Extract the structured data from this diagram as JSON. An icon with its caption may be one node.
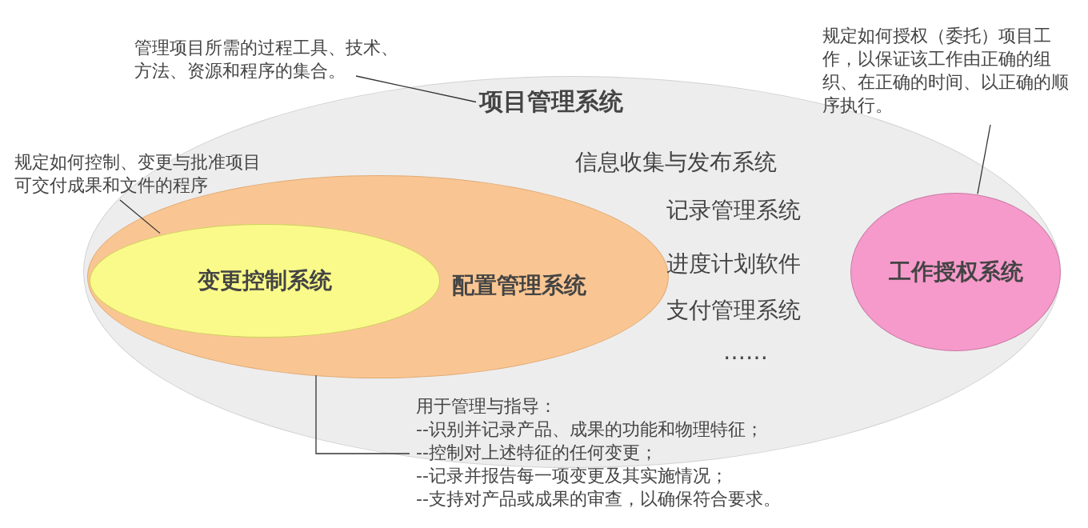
{
  "diagram": {
    "nodes": [
      {
        "text": [
          "项目管理系统",
          "信息收集与发布系统",
          "记录管理系统",
          "进度计划软件",
          "支付管理系统",
          "……"
        ]
      },
      {
        "text": [
          "配置管理系统"
        ],
        "in": 0
      },
      {
        "text": [
          "变更控制系统"
        ],
        "in": 1
      },
      {
        "text": [
          "工作授权系统"
        ],
        "in": 0
      },
      {
        "text": [
          "管理项目所需的过程工具、技术、方法、资源和程序的集合。"
        ]
      },
      {
        "text": [
          "规定如何控制、变更与批准项目可交付成果和文件的程序"
        ]
      },
      {
        "text": [
          "规定如何授权（委托）项目工作，以保证该工作由正确的组织、在正确的时间、以正确的顺序执行。"
        ]
      },
      {
        "text": [
          "用于管理与指导：",
          "--识别并记录产品、成果的功能和物理特征；",
          "--控制对上述特征的任何变更；",
          "--记录并报告每一项变更及其实施情况；",
          "--支持对产品或成果的审查，以确保符合要求。"
        ]
      }
    ],
    "edges": [
      {
        "from": 4,
        "to": 0,
        "arrow": "none"
      },
      {
        "from": 5,
        "to": 2,
        "arrow": "none"
      },
      {
        "from": 6,
        "to": 3,
        "arrow": "none"
      },
      {
        "from": 7,
        "to": 1,
        "arrow": "none"
      }
    ]
  }
}
